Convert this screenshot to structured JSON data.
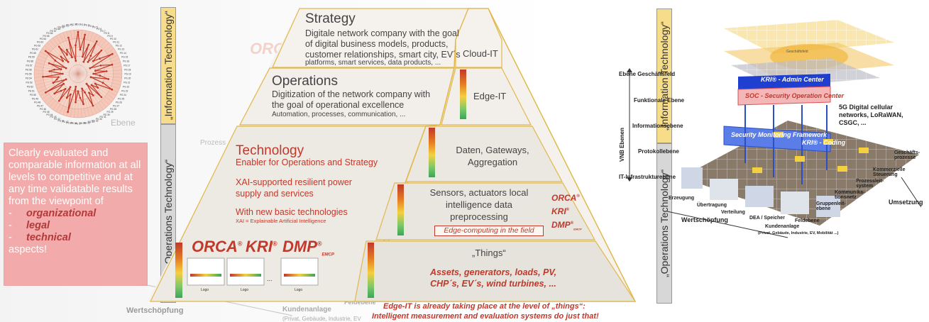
{
  "left_it_label": "„Information Technology“",
  "left_ot_label": "„Operations Technology“",
  "right_it_label": "„Information Technology“",
  "right_ot_label": "„Operations Technology“",
  "bg": {
    "orca_faded": "ORC",
    "ebene_faded": "Ebene",
    "prozess_faded": "Prozess",
    "wertschoepfung": "Wertschöpfung",
    "kundenanlage": "Kundenanlage",
    "kundenanlage_sub": "(Privat, Gebäude,  Industrie, EV",
    "feldebene": "Feldebene"
  },
  "info_box": {
    "intro": "Clearly evaluated and comparable information at all levels to competitive and at any time validatable results from the viewpoint of",
    "items": [
      "organizational",
      "legal",
      "technical"
    ],
    "dash": "-",
    "outro": "aspects!"
  },
  "strategy": {
    "title": "Strategy",
    "desc": "Digitale network company with the goal of digital business models, products, customer relationships, smart city, EV´s",
    "small": "platforms, smart services, data products, ..."
  },
  "operations": {
    "title": "Operations",
    "desc": "Digitization of the network company with the goal of operational excellence",
    "small": "Automation, processes, communication, ..."
  },
  "technology": {
    "title": "Technology",
    "subtitle": "Enabler for Operations and Strategy",
    "line1": "XAI-supported resilient power supply and services",
    "line2": "With new basic technologies",
    "xai": "XAI = Explainable Artificial Intelligence"
  },
  "brands": {
    "orca": "ORCA",
    "kri": "KRI",
    "dmp": "DMP",
    "reg": "®",
    "emcp": "EMCP"
  },
  "cloud_it": "Cloud-IT",
  "edge_it": "Edge-IT",
  "daten": "Daten, Gateways, Aggregation",
  "sensors": "Sensors, actuators local intelligence data preprocessing",
  "edge_field": "Edge-computing in the  field",
  "things": {
    "title": "„Things“",
    "assets": "Assets, generators, loads, PV, CHP´s, EV´s, wind turbines, ..."
  },
  "bottom_note": {
    "line1": "Edge-IT is already taking place at the level of „things“:",
    "line2": "Intelligent measurement and evaluation systems do just that!"
  },
  "logo_cards": {
    "label": "Logo",
    "ellipsis": "..."
  },
  "radar": {
    "labels": [
      "PG 1",
      "PG 2",
      "PG 3",
      "PG 4",
      "PG 5",
      "PG 6",
      "PG 7",
      "PG 8",
      "PG 9",
      "PG 10",
      "PG 11",
      "PG 12",
      "PG 13",
      "PG 14",
      "PG 15",
      "PG 16",
      "PG 17",
      "PG 18",
      "PG 19",
      "PG 20",
      "PG 21",
      "PG 22",
      "PG 23",
      "PG 24",
      "PG 25",
      "PG 26",
      "PG 27",
      "PG 28",
      "PG 29",
      "PG 30",
      "PG 31",
      "PG 32",
      "PG 33",
      "PG 34",
      "PG 35",
      "PG 36",
      "PG 37",
      "PG 38",
      "PG 39",
      "PG 40",
      "PG 41",
      "PG 42",
      "PG 43",
      "PG 44",
      "PG 45",
      "PG 46",
      "PG 47",
      "PG 48",
      "PG 49",
      "PG 50",
      "PG 51",
      "PG 52",
      "PG 53",
      "PG 54",
      "PG 55",
      "PG 56",
      "PG 57",
      "PG 58",
      "PG 59",
      "PG 60",
      "PG 61",
      "PG 62",
      "PG 63",
      "PG 64",
      "PG 65",
      "PG 66",
      "PG 67",
      "PG 68",
      "PG 69",
      "PG 70",
      "PG 71",
      "PG 72"
    ],
    "values": [
      0.95,
      0.55,
      0.9,
      0.4,
      0.7,
      0.3,
      0.85,
      0.5,
      0.35,
      0.75,
      0.45,
      0.6,
      0.9,
      0.3,
      0.55,
      0.8,
      0.4,
      0.65,
      0.35,
      0.5,
      0.7,
      0.3,
      0.6,
      0.85,
      0.45,
      0.55,
      0.4,
      0.75,
      0.3,
      0.6,
      0.5,
      0.8,
      0.45,
      0.35,
      0.7,
      0.55,
      0.4,
      0.65,
      0.3,
      0.9,
      0.5,
      0.6,
      0.35,
      0.75,
      0.45,
      0.55,
      0.7,
      0.4,
      0.85,
      0.3,
      0.6,
      0.5,
      0.45,
      0.8,
      0.35,
      0.65,
      0.55,
      0.4,
      0.7,
      0.3,
      0.6,
      0.9,
      0.45,
      0.55,
      0.35,
      0.75,
      0.5,
      0.6,
      0.4,
      0.85,
      0.3,
      0.65
    ]
  },
  "network": {
    "levels": [
      "Ebene Geschäftsfeld",
      "Funktionale Ebene",
      "Informationsebene",
      "Protokollebene",
      "IT-Infrastrukturebene"
    ],
    "vnb": "VNB Ebenen",
    "admin_center": "KRI® - Admin Center",
    "soc": "SOC - Security Operation Center",
    "smf": "Security Monitoring Framework",
    "coding": "KRI® - Coding",
    "cellular": "5G Digital cellular networks, LoRaWAN, CSGC, ...",
    "top_label": "Geschäftsfeld",
    "right_labels": [
      "Geschäfts-prozesse",
      "Kommerzielle Steuerung",
      "Prozessleit-system",
      "Kommunika-tionsnetz",
      "Gruppenleit-ebene",
      "Feldebene"
    ],
    "umsetzung": "Umsetzung",
    "bottom_labels": [
      "Erzeugung",
      "Übertragung",
      "Verteilung",
      "DEA / Speicher",
      "Kundenanlage"
    ],
    "kunden_sub": "(Privat, Gebäude,  Industrie, EV, Mobilität ...)",
    "wertschoepfung": "Wertschöpfung"
  },
  "colors": {
    "accent_red": "#c0392b",
    "yellow": "#f4d03f",
    "box_pink": "#f2a7a7"
  }
}
